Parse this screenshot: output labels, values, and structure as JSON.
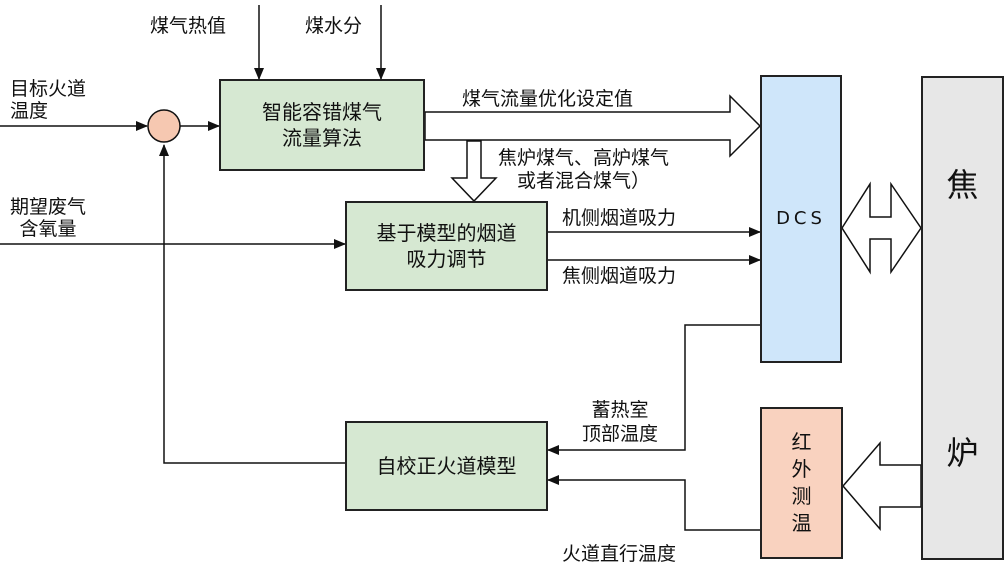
{
  "inputs": {
    "gas_heat_value": "煤气热值",
    "coal_moisture": "煤水分",
    "target_flue_temp": [
      "目标火道",
      "温度"
    ],
    "expected_oxygen": [
      "期望废气",
      "含氧量"
    ]
  },
  "blocks": {
    "fault_tolerant_algo": [
      "智能容错煤气",
      "流量算法"
    ],
    "model_suction": [
      "基于模型的烟道",
      "吸力调节"
    ],
    "self_correct_model": "自校正火道模型",
    "dcs": "DCS",
    "infrared": [
      "红",
      "外",
      "测",
      "温"
    ],
    "coke_oven": [
      "焦",
      "炉"
    ]
  },
  "signals": {
    "gas_flow_setpoint": "煤气流量优化设定值",
    "gas_types": [
      "焦炉煤气、高炉煤气",
      "或者混合煤气）"
    ],
    "machine_side_suction": "机侧烟道吸力",
    "coke_side_suction": "焦侧烟道吸力",
    "regenerator_top_temp": [
      "蓄热室",
      "顶部温度"
    ],
    "flue_straight_temp": "火道直行温度"
  },
  "colors": {
    "green_block": "#d6e8d2",
    "dcs_block": "#cfe6fa",
    "infrared_block": "#f9d2bf",
    "oven_block": "#e7e7e7",
    "summing_junction": "#f6c8b1"
  }
}
